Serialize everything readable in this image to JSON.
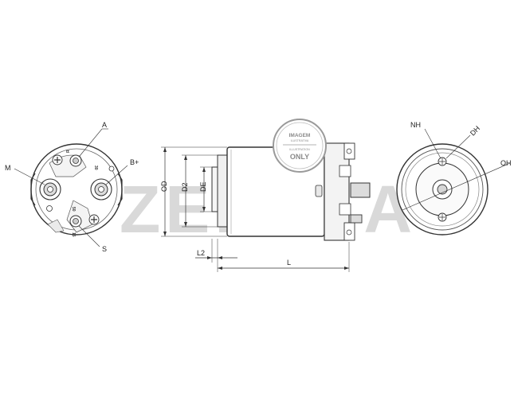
{
  "watermark": {
    "left_text": "ZEN",
    "right_text": "S.A"
  },
  "badge": {
    "line1": "IMAGEM",
    "line2": "ILUSTRATIVA",
    "line3": "ILLUSTRATION",
    "line4": "ONLY"
  },
  "left_view": {
    "callouts": {
      "a": "A",
      "m": "M",
      "b_plus": "B+",
      "s": "S"
    },
    "terminal_marks": {
      "r": "R",
      "t30": "30",
      "t50": "50",
      "t15": "15"
    }
  },
  "side_view": {
    "dimensions": {
      "od": "OD",
      "d2": "D2",
      "de": "DE",
      "l2": "L2",
      "l": "L"
    }
  },
  "right_view": {
    "callouts": {
      "nh": "NH",
      "dh": "DH",
      "oh": "OH"
    }
  }
}
